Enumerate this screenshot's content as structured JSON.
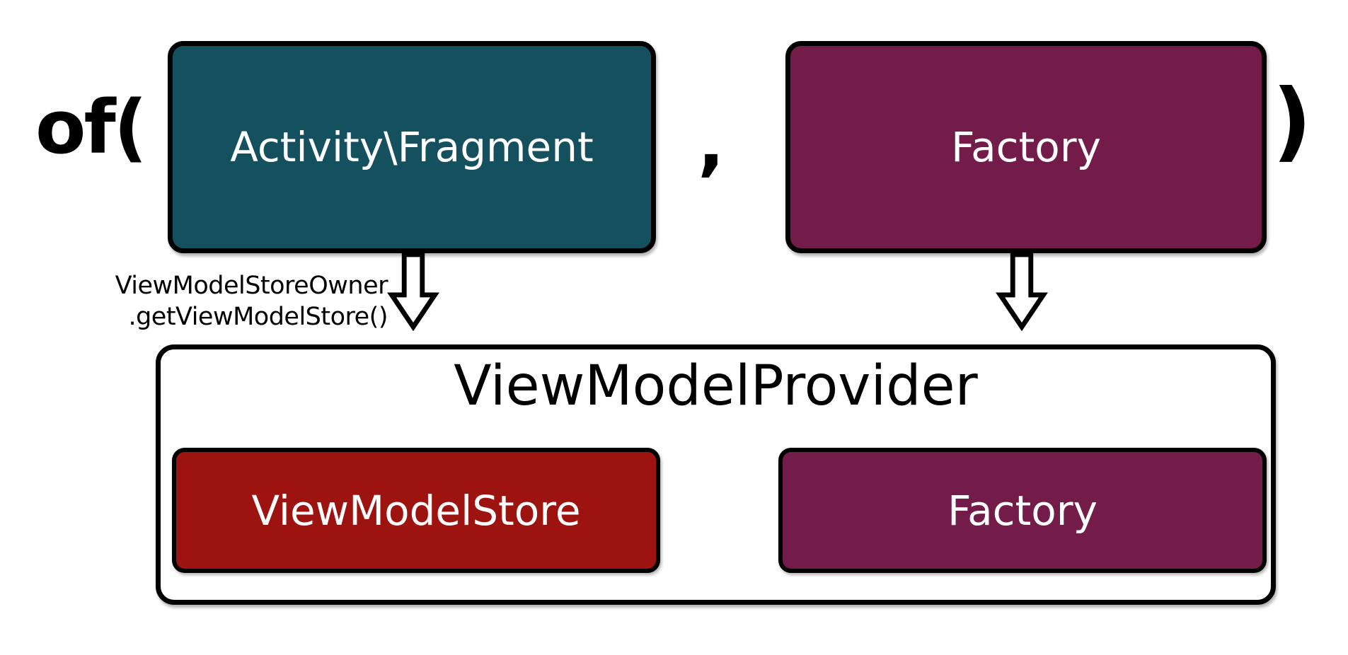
{
  "diagram": {
    "expression": {
      "prefix": "of(",
      "separator": ",",
      "suffix": ")"
    },
    "arguments": {
      "owner_box": {
        "label": "Activity\\Fragment",
        "color": "#14505E"
      },
      "factory_box": {
        "label": "Factory",
        "color": "#741C49"
      }
    },
    "annotations": {
      "store_owner_call": {
        "line1": "ViewModelStoreOwner",
        "line2": ".getViewModelStore()"
      }
    },
    "provider_box": {
      "title": "ViewModelProvider",
      "store_box": {
        "label": "ViewModelStore",
        "color": "#9D1310"
      },
      "factory_box": {
        "label": "Factory",
        "color": "#741C49"
      }
    },
    "colors": {
      "outline": "#000000",
      "background": "#FFFFFF",
      "text_light": "#FFFFFF",
      "text_dark": "#000000"
    }
  }
}
